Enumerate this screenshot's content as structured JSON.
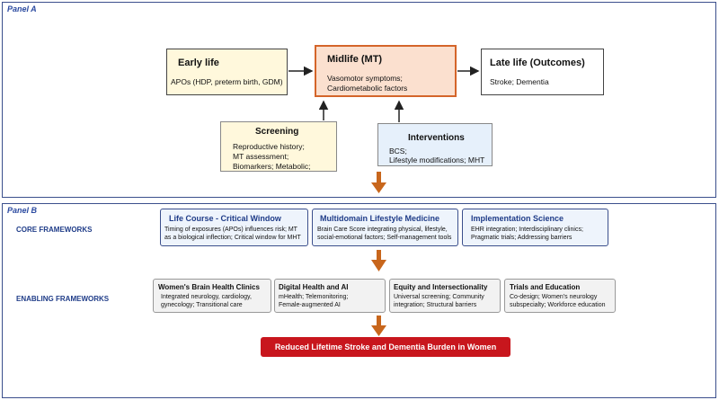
{
  "panel_a": {
    "label": "Panel A",
    "early_life": {
      "title": "Early life",
      "text": "APOs (HDP, preterm birth, GDM)"
    },
    "midlife": {
      "title": "Midlife (MT)",
      "line1": "Vasomotor symptoms;",
      "line2": "Cardiometabolic factors"
    },
    "late_life": {
      "title": "Late life (Outcomes)",
      "text": "Stroke; Dementia"
    },
    "screening": {
      "title": "Screening",
      "line1": "Reproductive history;",
      "line2": "MT assessment;",
      "line3": "Biomarkers; Metabolic;"
    },
    "interventions": {
      "title": "Interventions",
      "line1": "BCS;",
      "line2": "Lifestyle modifications; MHT"
    }
  },
  "panel_b": {
    "label": "Panel B",
    "core_label": "CORE FRAMEWORKS",
    "enabling_label": "ENABLING FRAMEWORKS",
    "core": [
      {
        "title": "Life Course - Critical Window",
        "line1": "Timing of exposures (APOs) influences risk; MT",
        "line2": "as a biological inflection; Critical window for MHT"
      },
      {
        "title": "Multidomain Lifestyle Medicine",
        "line1": "Brain Care Score integrating physical, lifestyle,",
        "line2": "social-emotional factors; Self-management tools"
      },
      {
        "title": "Implementation Science",
        "line1": "EHR integration; Interdisciplinary clinics;",
        "line2": "Pragmatic trials; Addressing barriers"
      }
    ],
    "enabling": [
      {
        "title": "Women's Brain Health Clinics",
        "line1": "Integrated neurology, cardiology,",
        "line2": "gynecology; Transitional care"
      },
      {
        "title": "Digital Health and AI",
        "line1": "mHealth; Telemonitoring;",
        "line2": "Female-augmented AI"
      },
      {
        "title": "Equity and Intersectionality",
        "line1": "Universal screening; Community",
        "line2": "integration; Structural barriers"
      },
      {
        "title": "Trials and Education",
        "line1": "Co-design; Women's neurology",
        "line2": "subspecialty; Workforce education"
      }
    ],
    "outcome": "Reduced Lifetime Stroke and Dementia Burden in Women"
  },
  "colors": {
    "border": "#3b4f8c",
    "midlife_fill": "#fbe0cf",
    "midlife_border": "#d4652a",
    "screening_fill": "#fff8dc",
    "interventions_fill": "#e6f0fb",
    "core_fill": "#eef4fc",
    "enabling_fill": "#f2f2f2",
    "arrow_orange": "#c8661c",
    "outcome_red": "#c8161d"
  }
}
